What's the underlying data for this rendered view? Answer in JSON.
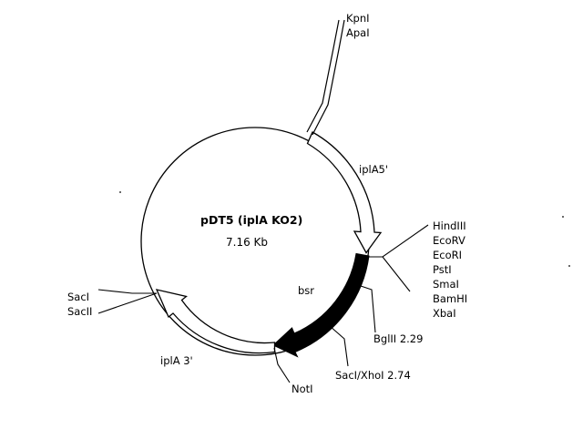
{
  "plasmid": {
    "name": "pDT5 (iplA KO2)",
    "size": "7.16 Kb"
  },
  "features": {
    "iplA5": "iplA5'",
    "iplA3": "iplA 3'",
    "bsr": "bsr"
  },
  "sites": {
    "kpnI": "KpnI",
    "apaI": "ApaI",
    "mcs": [
      "HindIII",
      "EcoRV",
      "EcoRI",
      "PstI",
      "SmaI",
      "BamHI",
      "XbaI"
    ],
    "bglII": "BglII 2.29",
    "sacIXhoI": "SacI/XhoI 2.74",
    "notI": "NotI",
    "sacI": "SacI",
    "sacII": "SacII"
  }
}
